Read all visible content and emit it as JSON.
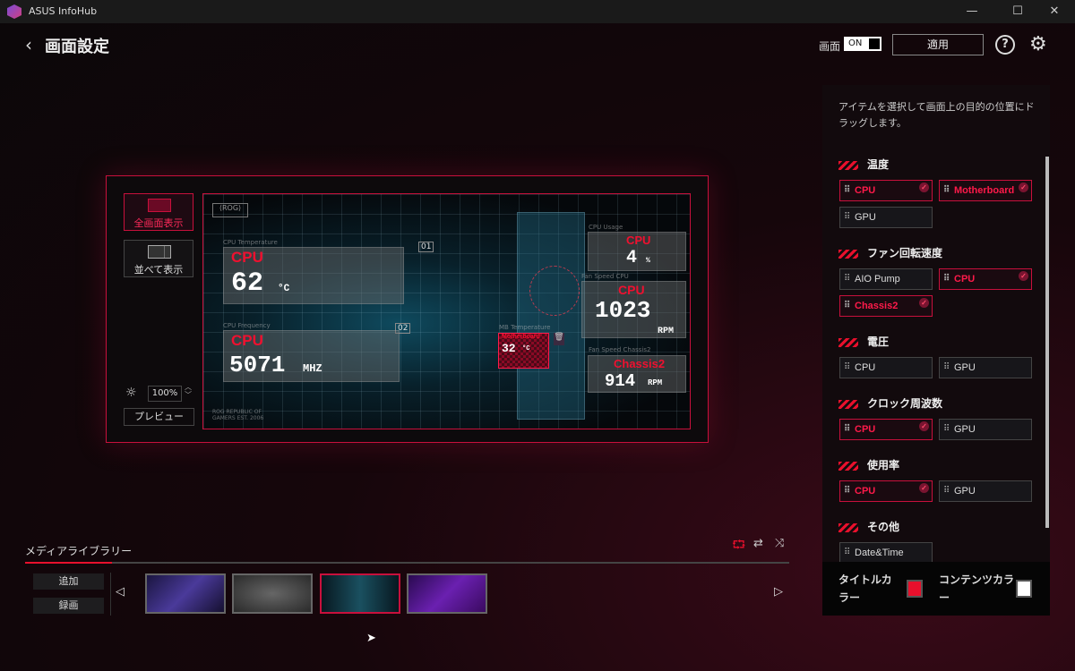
{
  "window": {
    "title": "ASUS InfoHub",
    "minimize": "—",
    "maximize": "☐",
    "close": "✕"
  },
  "header": {
    "back": "‹",
    "title": "画面設定",
    "screen_label": "画面",
    "toggle": "ON",
    "apply": "適用",
    "help": "?",
    "settings": "⚙"
  },
  "preview": {
    "fullscreen": "全画面表示",
    "side_by_side": "並べて表示",
    "brightness_icon": "☼",
    "brightness": "100%",
    "preview_button": "プレビュー",
    "widgets": {
      "cpu_temp": {
        "label": "CPU Temperature",
        "title": "CPU",
        "value": "62",
        "unit": "°C",
        "num": "01"
      },
      "cpu_freq": {
        "label": "CPU Frequency",
        "title": "CPU",
        "value": "5071",
        "unit": "MHZ",
        "num": "02"
      },
      "cpu_usage": {
        "label": "CPU Usage",
        "title": "CPU",
        "value": "4",
        "unit": "%"
      },
      "fan_cpu": {
        "label": "Fan Speed CPU",
        "title": "CPU",
        "value": "1023",
        "unit": "RPM"
      },
      "fan_chassis": {
        "label": "Fan Speed Chassis2",
        "title": "Chassis2",
        "value": "914",
        "unit": "RPM"
      },
      "mb_temp": {
        "label": "MB Temperature",
        "title": "Motherboard",
        "value": "32",
        "unit": "°C"
      },
      "rog_text": "ROG REPUBLIC OF GAMERS EST. 2006"
    }
  },
  "media": {
    "title": "メディアライブラリー",
    "add": "追加",
    "record": "録画",
    "prev": "◁",
    "next": "▷",
    "thumbs": [
      {
        "color": "#4a3a9a"
      },
      {
        "color": "#555555"
      },
      {
        "color": "#1a5060"
      },
      {
        "color": "#6a20b0"
      }
    ]
  },
  "panel": {
    "hint": "アイテムを選択して画面上の目的の位置にドラッグします。",
    "sections": [
      {
        "title": "温度",
        "items": [
          {
            "label": "CPU",
            "on": true
          },
          {
            "label": "Motherboard",
            "on": true
          },
          {
            "label": "GPU",
            "on": false
          }
        ]
      },
      {
        "title": "ファン回転速度",
        "items": [
          {
            "label": "AIO Pump",
            "on": false
          },
          {
            "label": "CPU",
            "on": true
          },
          {
            "label": "Chassis2",
            "on": true
          }
        ]
      },
      {
        "title": "電圧",
        "items": [
          {
            "label": "CPU",
            "on": false
          },
          {
            "label": "GPU",
            "on": false
          }
        ]
      },
      {
        "title": "クロック周波数",
        "items": [
          {
            "label": "CPU",
            "on": true
          },
          {
            "label": "GPU",
            "on": false
          }
        ]
      },
      {
        "title": "使用率",
        "items": [
          {
            "label": "CPU",
            "on": true
          },
          {
            "label": "GPU",
            "on": false
          }
        ]
      },
      {
        "title": "その他",
        "items": [
          {
            "label": "Date&Time",
            "on": false
          }
        ]
      }
    ],
    "title_color_label": "タイトルカラー",
    "title_color": "#e8102c",
    "content_color_label": "コンテンツカラー",
    "content_color": "#ffffff"
  }
}
